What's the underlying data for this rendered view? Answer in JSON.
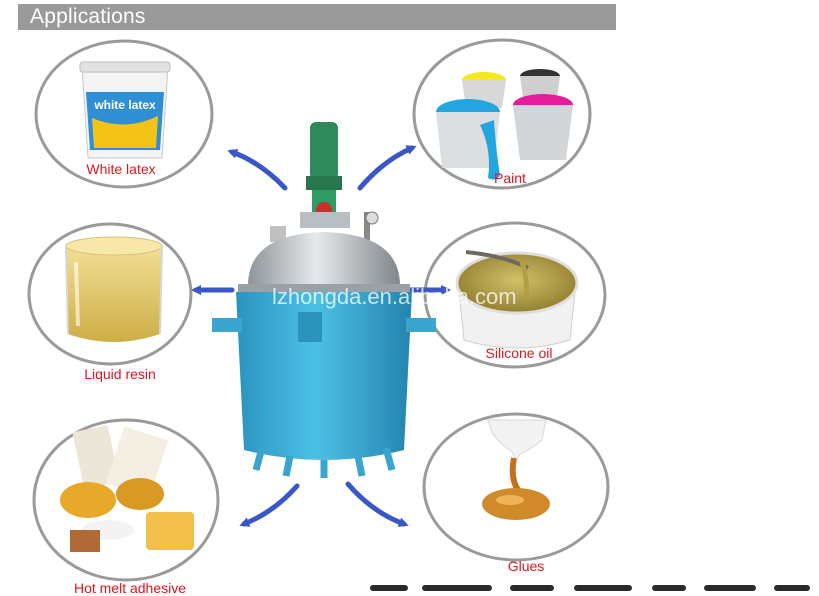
{
  "header": {
    "title": "Applications"
  },
  "watermark": "lzhongda.en.alibaba.com",
  "center": {
    "name": "reactor-vessel",
    "color": "#3fb2db"
  },
  "arrow_color": "#3a57c9",
  "label_color": "#e0161f",
  "applications": [
    {
      "label": "White latex",
      "icon": "latex-bucket"
    },
    {
      "label": "Paint",
      "icon": "paint-buckets"
    },
    {
      "label": "Liquid resin",
      "icon": "resin-beaker"
    },
    {
      "label": "Silicone oil",
      "icon": "silicone-bucket"
    },
    {
      "label": "Hot melt adhesive",
      "icon": "adhesive-granules"
    },
    {
      "label": "Glues",
      "icon": "glue-drop"
    }
  ],
  "product_text": {
    "bucket_brand": "white latex"
  }
}
